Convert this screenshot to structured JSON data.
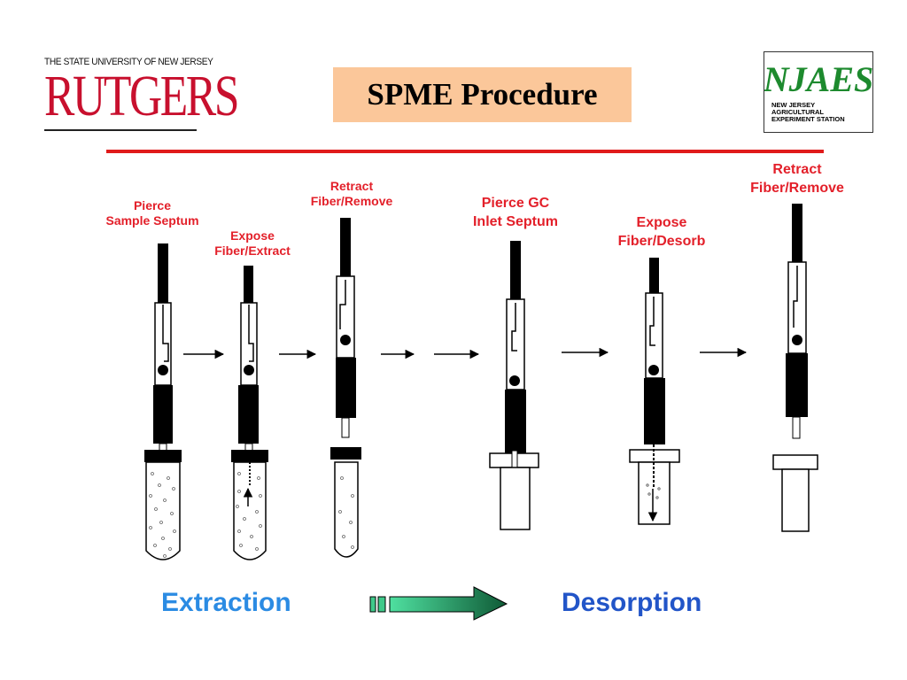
{
  "header": {
    "university_line": "THE STATE UNIVERSITY OF NEW JERSEY",
    "university_name": "RUTGERS",
    "title": "SPME Procedure",
    "njaes_mark": "NJAES",
    "njaes_lines": [
      "NEW JERSEY",
      "AGRICULTURAL",
      "EXPERIMENT STATION"
    ]
  },
  "steps": [
    {
      "label_lines": [
        "Pierce",
        "Sample Septum"
      ]
    },
    {
      "label_lines": [
        "Expose",
        "Fiber/Extract"
      ]
    },
    {
      "label_lines": [
        "Retract",
        "Fiber/Remove"
      ]
    },
    {
      "label_lines": [
        "Pierce GC",
        "Inlet Septum"
      ]
    },
    {
      "label_lines": [
        "Expose",
        "Fiber/Desorb"
      ]
    },
    {
      "label_lines": [
        "Retract",
        "Fiber/Remove"
      ]
    }
  ],
  "footer": {
    "left_label": "Extraction",
    "right_label": "Desorption"
  },
  "colors": {
    "accent_red": "#e3202a",
    "divider_red": "#e01b1b",
    "title_bg": "#fbc79a",
    "extraction_blue": "#2b8be3",
    "desorption_blue": "#2255c8",
    "arrow_green_light": "#4fe0a0",
    "arrow_green_dark": "#0f5a36",
    "njaes_green": "#1d8a2e"
  }
}
